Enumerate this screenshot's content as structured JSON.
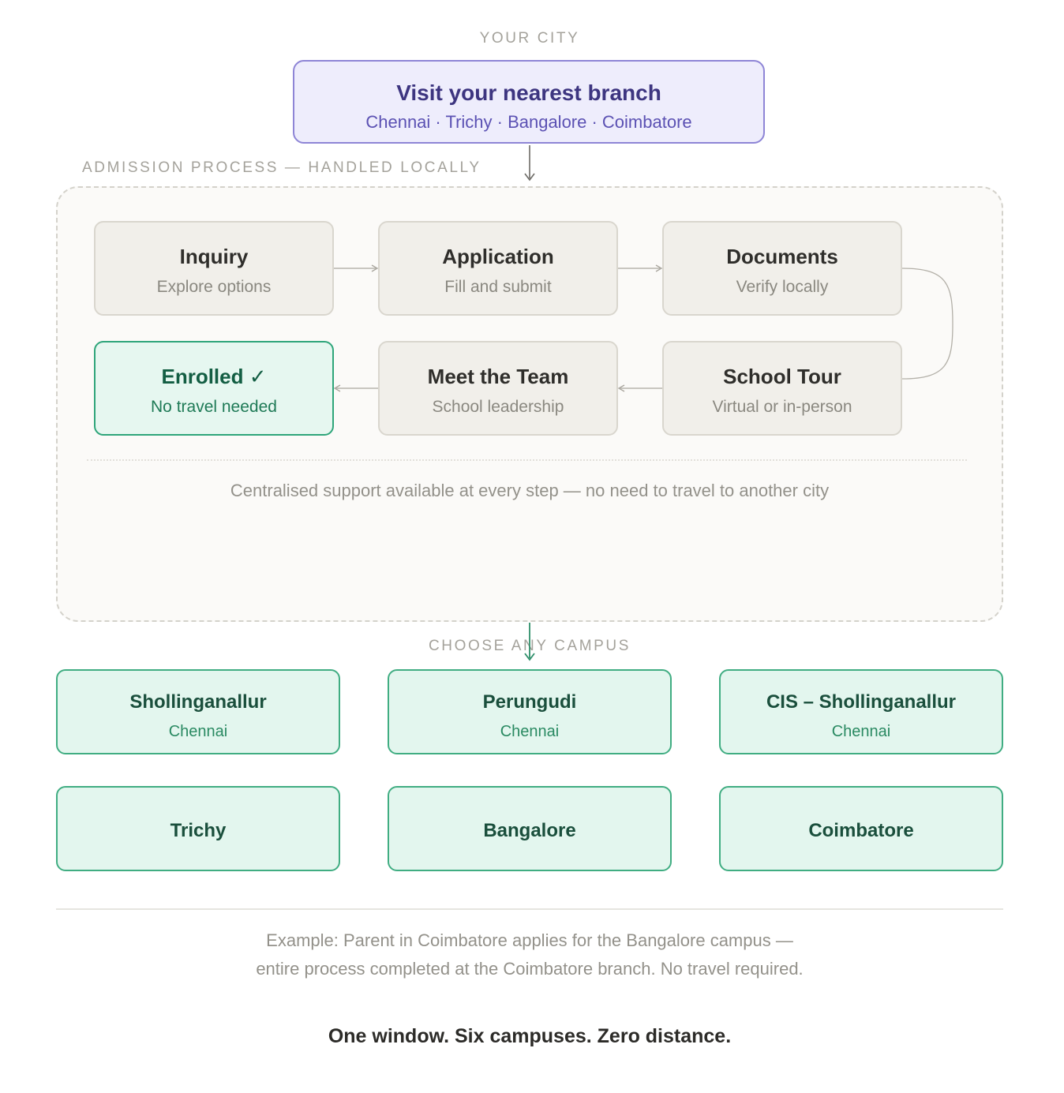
{
  "labels": {
    "your_city": "YOUR CITY",
    "admission_process": "ADMISSION PROCESS — HANDLED LOCALLY",
    "choose_campus": "CHOOSE ANY CAMPUS"
  },
  "city_box": {
    "title": "Visit your nearest branch",
    "cities": "Chennai · Trichy · Bangalore · Coimbatore"
  },
  "steps": [
    {
      "title": "Inquiry",
      "subtitle": "Explore options"
    },
    {
      "title": "Application",
      "subtitle": "Fill and submit"
    },
    {
      "title": "Documents",
      "subtitle": "Verify locally"
    },
    {
      "title": "School Tour",
      "subtitle": "Virtual or in-person"
    },
    {
      "title": "Meet the Team",
      "subtitle": "School leadership"
    },
    {
      "title": "Enrolled ✓",
      "subtitle": "No travel needed"
    }
  ],
  "support_note": "Centralised support available at every step — no need to travel to another city",
  "campuses": [
    {
      "name": "Shollinganallur",
      "city": "Chennai"
    },
    {
      "name": "Perungudi",
      "city": "Chennai"
    },
    {
      "name": "CIS – Shollinganallur",
      "city": "Chennai"
    },
    {
      "name": "Trichy",
      "city": ""
    },
    {
      "name": "Bangalore",
      "city": ""
    },
    {
      "name": "Coimbatore",
      "city": ""
    }
  ],
  "example": {
    "line1": "Example: Parent in Coimbatore applies for the Bangalore campus —",
    "line2": "entire process completed at the Coimbatore branch. No travel required."
  },
  "tagline": "One window. Six campuses. Zero distance.",
  "colors": {
    "accent_purple": "#8e85d6",
    "accent_green": "#2ea57a",
    "neutral_step": "#f1efea"
  }
}
